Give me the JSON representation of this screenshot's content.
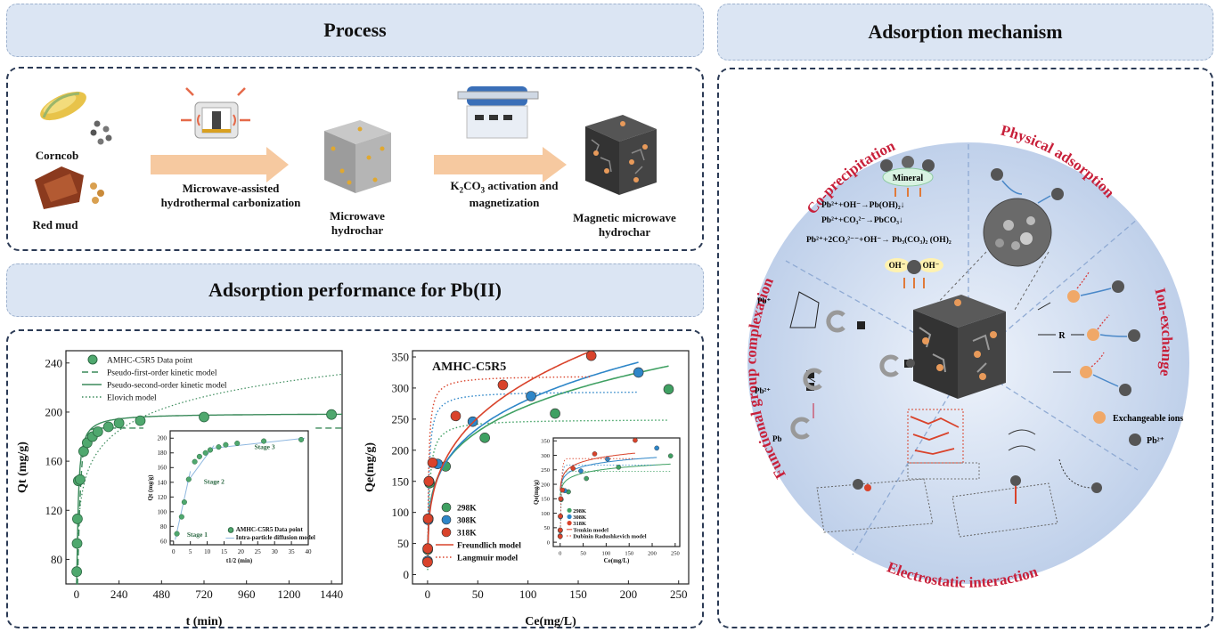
{
  "process": {
    "title": "Process",
    "corncob": "Corncob",
    "red_mud": "Red mud",
    "step1": "Microwave-assisted\nhydrothermal carbonization",
    "product1": "Microwave\nhydrochar",
    "step2_a": "K",
    "step2_sub": "2",
    "step2_b": "CO",
    "step2_sub2": "3",
    "step2_c": " activation and",
    "step2_d": "magnetization",
    "product2": "Magnetic microwave\nhydrochar"
  },
  "performance": {
    "title": "Adsorption performance for Pb(II)"
  },
  "mechanism": {
    "title": "Adsorption mechanism",
    "sectors": {
      "co_precipitation": "Co-precipitation",
      "physical_adsorption": "Physical adsorption",
      "ion_exchange": "Ion-exchange",
      "electrostatic": "Electrostatic interaction",
      "complexation": "Functional group complexation"
    },
    "mineral": "Mineral",
    "eq1": "Pb²⁺+OH⁻→Pb(OH)₂↓",
    "eq2": "Pb²⁺+CO₃²⁻→PbCO₃↓",
    "eq3": "Pb²⁺+2CO₃²⁻⁻+OH⁻→ Pb₃(CO₃)₂ (OH)₂",
    "oh_left": "OH⁻",
    "oh_right": "OH⁻",
    "legend_exchange": "Exchangeable  ions",
    "legend_pb": "Pb²⁺",
    "pb_plus": "Pb⁺",
    "pb2": "Pb²⁺",
    "pb_plain": "Pb",
    "r_label": "R"
  },
  "chart_data": [
    {
      "type": "scatter",
      "title": "",
      "legend": [
        "AMHC-C5R5 Data point",
        "Pseudo-first-order kinetic model",
        "Pseudo-second-order kinetic model",
        "Elovich model"
      ],
      "legend_placement": "top-left",
      "xlabel": "t (min)",
      "ylabel": "Qt (mg/g)",
      "xlim": [
        -60,
        1500
      ],
      "ylim": [
        60,
        250
      ],
      "xticks": [
        0,
        240,
        480,
        720,
        960,
        1200,
        1440
      ],
      "yticks": [
        80,
        120,
        160,
        200,
        240
      ],
      "series": [
        {
          "name": "AMHC-C5R5 Data point",
          "x": [
            1,
            3,
            5,
            10,
            20,
            40,
            60,
            90,
            120,
            180,
            240,
            360,
            720,
            1440
          ],
          "y": [
            70,
            93,
            113,
            144,
            145,
            168,
            175,
            180,
            184,
            188,
            191,
            193,
            196,
            198
          ]
        }
      ],
      "models": {
        "pfo": {
          "qe": 187,
          "k": 0.06
        },
        "pso": {
          "qe": 199,
          "k": 0.0009
        },
        "elovich": {
          "a": 48,
          "b": 25
        }
      },
      "inset": {
        "legend": [
          "AMHC-C5R5 Data point",
          "Intra-particle diffusion model"
        ],
        "xlabel": "t1/2 (min)",
        "ylabel": "Qt (mg/g)",
        "xlim": [
          -1,
          40
        ],
        "ylim": [
          55,
          210
        ],
        "xticks": [
          0,
          5,
          10,
          15,
          20,
          25,
          30,
          35,
          40
        ],
        "yticks": [
          60,
          80,
          100,
          120,
          140,
          160,
          180,
          200
        ],
        "stage_labels": [
          "Stage 1",
          "Stage 2",
          "Stage 3"
        ],
        "x": [
          1,
          2.4,
          3.2,
          4.5,
          6.3,
          7.7,
          9.5,
          10.9,
          13.4,
          15.5,
          18.9,
          26.8,
          37.9
        ],
        "y": [
          70,
          93,
          113,
          144,
          168,
          175,
          180,
          184,
          188,
          191,
          193,
          196,
          198
        ]
      }
    },
    {
      "type": "scatter",
      "title": "AMHC-C5R5",
      "legend": [
        "298K",
        "308K",
        "318K",
        "Freundlich model",
        "Langmuir model"
      ],
      "legend_placement": "bottom-left",
      "xlabel": "Ce(mg/L)",
      "ylabel": "Qe(mg/g)",
      "xlim": [
        -15,
        260
      ],
      "ylim": [
        -15,
        360
      ],
      "xticks": [
        0,
        50,
        100,
        150,
        200,
        250
      ],
      "yticks": [
        0,
        50,
        100,
        150,
        200,
        250,
        300,
        350
      ],
      "series": [
        {
          "name": "298K",
          "color": "#3fa062",
          "x": [
            0,
            0.2,
            0.8,
            2,
            18,
            57,
            127,
            240
          ],
          "y": [
            20,
            40,
            90,
            147,
            174,
            220,
            259,
            298
          ]
        },
        {
          "name": "308K",
          "color": "#2e86c8",
          "x": [
            0,
            0.2,
            0.6,
            1.5,
            10,
            45,
            103,
            210
          ],
          "y": [
            22,
            42,
            88,
            150,
            178,
            246,
            287,
            325
          ]
        },
        {
          "name": "318K",
          "color": "#d9432b",
          "x": [
            0,
            0.2,
            0.5,
            1.2,
            5,
            28,
            75,
            163
          ],
          "y": [
            20,
            42,
            90,
            150,
            180,
            255,
            305,
            352
          ]
        }
      ],
      "inset": {
        "legend": [
          "298K",
          "308K",
          "318K",
          "Temkin model",
          "Dubinin Radushkevich model"
        ],
        "xlabel": "Ce(mg/L)",
        "ylabel": "Qe(mg/g)",
        "xlim": [
          -15,
          260
        ],
        "ylim": [
          -15,
          360
        ],
        "xticks": [
          0,
          50,
          100,
          150,
          200,
          250
        ],
        "yticks": [
          0,
          50,
          100,
          150,
          200,
          250,
          300,
          350
        ]
      }
    }
  ],
  "colors": {
    "title_bg": "#dbe5f3",
    "border": "#2b3a55",
    "arrow": "#f6c9a0",
    "sector_text": "#c8203a",
    "circle": "#cfdcf0"
  }
}
